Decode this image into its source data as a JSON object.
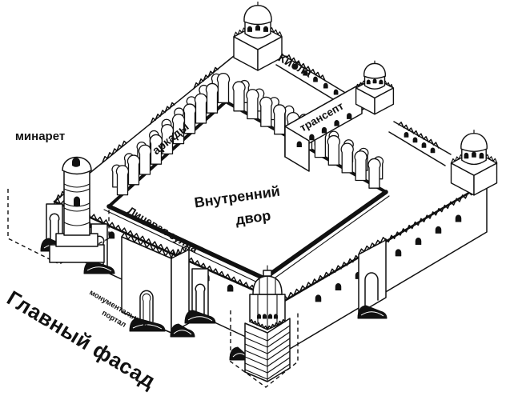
{
  "diagram": {
    "labels": {
      "minaret": "минарет",
      "qibla": "Кибла",
      "transept": "трансепт",
      "arcades": "аркады",
      "courtyard_line1": "Внутренний",
      "courtyard_line2": "двор",
      "facade_zulla": "Лицевая зулла",
      "portal_line1": "монументальный",
      "portal_line2": "портал",
      "main_facade": "Главный фасад"
    },
    "colors": {
      "ink": "#111111",
      "paper": "#ffffff"
    }
  }
}
